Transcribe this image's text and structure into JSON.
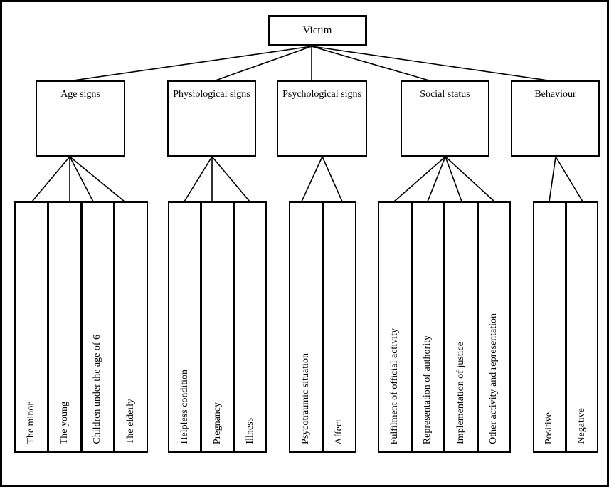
{
  "diagram": {
    "type": "tree",
    "colors": {
      "background": "#ffffff",
      "line": "#000000",
      "text": "#000000"
    }
  },
  "root": {
    "label": "Victim"
  },
  "categories": [
    {
      "label": "Age signs",
      "leaves": [
        "The minor",
        "The young",
        "Children under the age of 6",
        "The elderly"
      ]
    },
    {
      "label": "Physiological signs",
      "leaves": [
        "Helpless condition",
        "Pregnancy",
        "Illness"
      ]
    },
    {
      "label": "Psychological signs",
      "leaves": [
        "Psycotraumic situation",
        "Affect"
      ]
    },
    {
      "label": "Social status",
      "leaves": [
        "Fulfilment of official activity",
        "Representation of authority",
        "Implementation of justice",
        "Other activity and representation"
      ]
    },
    {
      "label": "Behaviour",
      "leaves": [
        "Positive",
        "Negative"
      ]
    }
  ]
}
